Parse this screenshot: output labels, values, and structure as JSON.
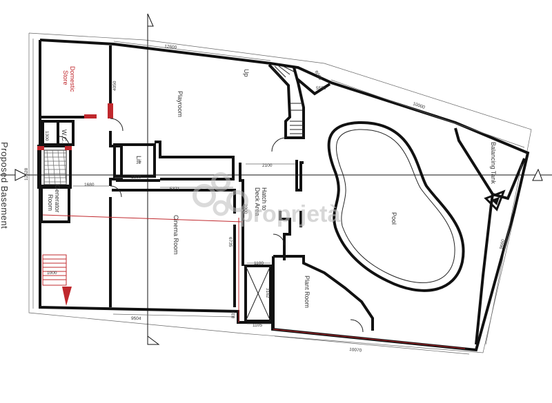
{
  "drawing": {
    "title": "Proposed Basement"
  },
  "watermark": {
    "text": "proprjetà"
  },
  "rooms": {
    "domestic_store_line1": "Domestic",
    "domestic_store_line2": "Store",
    "wc": "W.C.",
    "playroom": "Playroom",
    "lift": "Lift",
    "generator_room_line1": "Generator",
    "generator_room_line2": "Room",
    "cinema_room": "Cinema Room",
    "hatch_line1": "Hatch to",
    "hatch_line2": "Deck Area",
    "pool": "Pool",
    "plant_room": "Plant Room",
    "balancing_tank": "Balancing Tank",
    "up": "Up"
  },
  "dimensions": {
    "top_width": "12600",
    "upper_right": "10000",
    "right_side": "9660",
    "bottom_right": "10070",
    "bottom_left": "9504",
    "left_height": "12528",
    "corridor": "1680",
    "lift_width": "1600",
    "hatch_width": "2100",
    "mid_span": "5371",
    "cinema_depth": "6735",
    "shaft_top": "1100",
    "shaft_bottom": "1105",
    "shaft_height": "3162",
    "store_height": "4050",
    "wc_width": "1300",
    "stair_a": "6000",
    "stair_b": "5550",
    "deck_height": "2000",
    "shaft_gap": "832",
    "stair_c": "1000"
  },
  "colors": {
    "wall": "#111111",
    "accent_red": "#c0282d",
    "watermark": "#bdbdbd"
  }
}
